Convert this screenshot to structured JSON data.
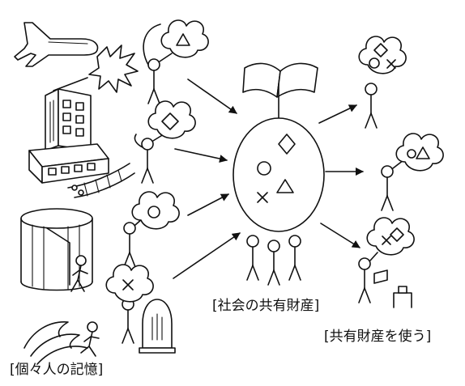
{
  "labels": {
    "shared_property": "[社会の共有財産]",
    "use_shared_property": "[共有財産を使う]",
    "personal_memory": "[個々人の記憶]"
  },
  "colors": {
    "ink": "#111111",
    "paper": "#ffffff"
  },
  "icons": [
    "airplane-icon",
    "explosion-icon",
    "building-icon",
    "railway-icon",
    "revolving-door-icon",
    "wave-icon",
    "stone-monument-icon",
    "book-icon",
    "thought-bubble-icon",
    "stick-figure-icon",
    "signboard-icon"
  ]
}
